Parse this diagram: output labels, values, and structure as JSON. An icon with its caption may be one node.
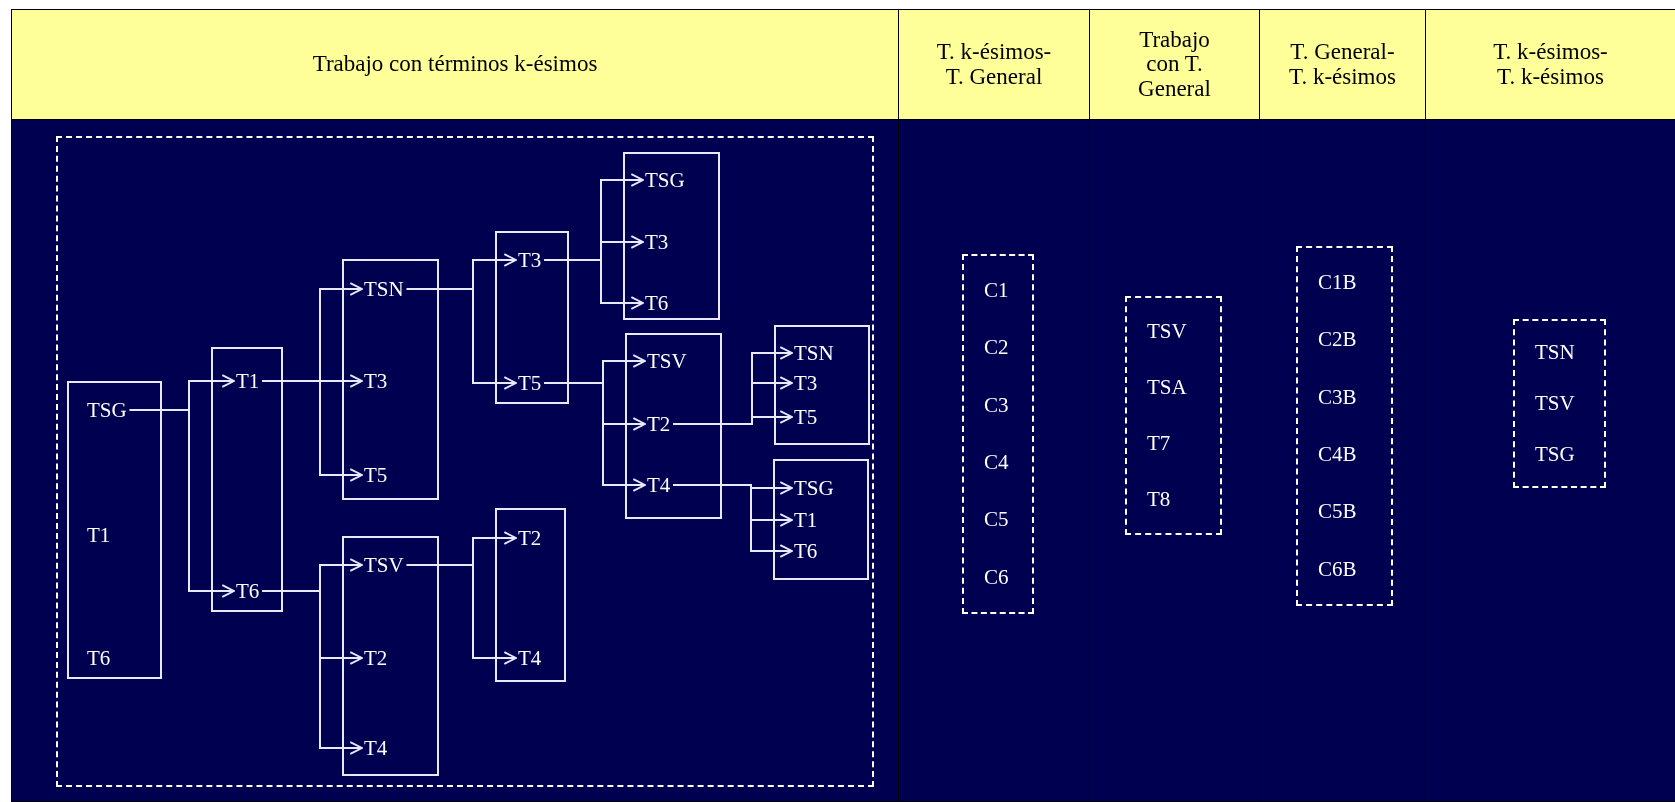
{
  "diagram": {
    "nodes": [
      {
        "text": [],
        "shape": "box"
      },
      {
        "text": [],
        "shape": "box",
        "in": 0
      },
      {
        "text": [
          "TSG"
        ],
        "in": 1
      },
      {
        "text": [
          "T1"
        ],
        "in": 1
      },
      {
        "text": [
          "T6"
        ],
        "in": 1
      },
      {
        "text": [],
        "shape": "box",
        "in": 0
      },
      {
        "text": [
          "T1"
        ],
        "in": 5
      },
      {
        "text": [
          "T6"
        ],
        "in": 5
      },
      {
        "text": [],
        "shape": "box",
        "in": 0
      },
      {
        "text": [
          "TSN"
        ],
        "in": 8
      },
      {
        "text": [
          "T3"
        ],
        "in": 8
      },
      {
        "text": [
          "T5"
        ],
        "in": 8
      },
      {
        "text": [],
        "shape": "box",
        "in": 0
      },
      {
        "text": [
          "TSV"
        ],
        "in": 12
      },
      {
        "text": [
          "T2"
        ],
        "in": 12
      },
      {
        "text": [
          "T4"
        ],
        "in": 12
      },
      {
        "text": [],
        "shape": "box",
        "in": 0
      },
      {
        "text": [
          "T3"
        ],
        "in": 16
      },
      {
        "text": [
          "T5"
        ],
        "in": 16
      },
      {
        "text": [],
        "shape": "box",
        "in": 0
      },
      {
        "text": [
          "T2"
        ],
        "in": 19
      },
      {
        "text": [
          "T4"
        ],
        "in": 19
      },
      {
        "text": [],
        "shape": "box",
        "in": 0
      },
      {
        "text": [
          "TSG"
        ],
        "in": 22
      },
      {
        "text": [
          "T3"
        ],
        "in": 22
      },
      {
        "text": [
          "T6"
        ],
        "in": 22
      },
      {
        "text": [],
        "shape": "box",
        "in": 0
      },
      {
        "text": [
          "TSV"
        ],
        "in": 26
      },
      {
        "text": [
          "T2"
        ],
        "in": 26
      },
      {
        "text": [
          "T4"
        ],
        "in": 26
      },
      {
        "text": [],
        "shape": "box",
        "in": 0
      },
      {
        "text": [
          "TSN"
        ],
        "in": 30
      },
      {
        "text": [
          "T3"
        ],
        "in": 30
      },
      {
        "text": [
          "T5"
        ],
        "in": 30
      },
      {
        "text": [],
        "shape": "box",
        "in": 0
      },
      {
        "text": [
          "TSG"
        ],
        "in": 34
      },
      {
        "text": [
          "T1"
        ],
        "in": 34
      },
      {
        "text": [
          "T6"
        ],
        "in": 34
      },
      {
        "text": [
          "C1",
          "C2",
          "C3",
          "C4",
          "C5",
          "C6"
        ]
      },
      {
        "text": [
          "TSV",
          "TSA",
          "T7",
          "T8"
        ]
      },
      {
        "text": [
          "C1B",
          "C2B",
          "C3B",
          "C4B",
          "C5B",
          "C6B"
        ]
      },
      {
        "text": [
          "TSN",
          "TSV",
          "TSG"
        ]
      }
    ],
    "edges": [
      {
        "from": 2,
        "to": 6,
        "arrow": "to"
      },
      {
        "from": 2,
        "to": 7,
        "arrow": "to"
      },
      {
        "from": 6,
        "to": 9,
        "arrow": "to"
      },
      {
        "from": 6,
        "to": 10,
        "arrow": "to"
      },
      {
        "from": 6,
        "to": 11,
        "arrow": "to"
      },
      {
        "from": 7,
        "to": 13,
        "arrow": "to"
      },
      {
        "from": 7,
        "to": 14,
        "arrow": "to"
      },
      {
        "from": 7,
        "to": 15,
        "arrow": "to"
      },
      {
        "from": 9,
        "to": 17,
        "arrow": "to"
      },
      {
        "from": 9,
        "to": 18,
        "arrow": "to"
      },
      {
        "from": 13,
        "to": 20,
        "arrow": "to"
      },
      {
        "from": 13,
        "to": 21,
        "arrow": "to"
      },
      {
        "from": 17,
        "to": 23,
        "arrow": "to"
      },
      {
        "from": 17,
        "to": 24,
        "arrow": "to"
      },
      {
        "from": 17,
        "to": 25,
        "arrow": "to"
      },
      {
        "from": 18,
        "to": 27,
        "arrow": "to"
      },
      {
        "from": 18,
        "to": 28,
        "arrow": "to"
      },
      {
        "from": 18,
        "to": 29,
        "arrow": "to"
      },
      {
        "from": 28,
        "to": 31,
        "arrow": "to"
      },
      {
        "from": 28,
        "to": 32,
        "arrow": "to"
      },
      {
        "from": 28,
        "to": 33,
        "arrow": "to"
      },
      {
        "from": 29,
        "to": 35,
        "arrow": "to"
      },
      {
        "from": 29,
        "to": 36,
        "arrow": "to"
      },
      {
        "from": 29,
        "to": 37,
        "arrow": "to"
      }
    ],
    "labels": [
      "Trabajo con términos k-ésimos",
      "T. k-ésimos- T. General",
      "Trabajo con T. General",
      "T. General- T. k-ésimos",
      "T. k-ésimos- T. k-ésimos"
    ]
  }
}
